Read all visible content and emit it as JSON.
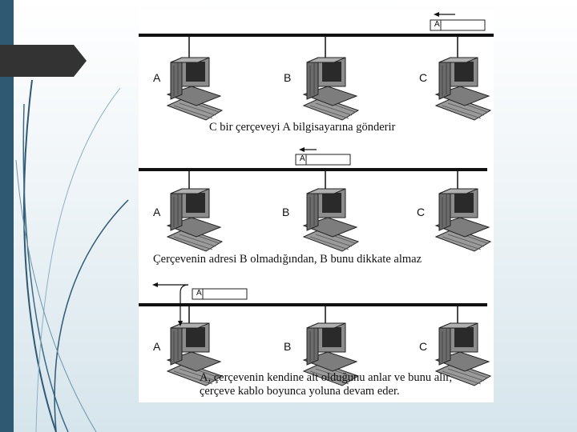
{
  "nodes": [
    "A",
    "B",
    "C"
  ],
  "frame_address": "A",
  "captions": {
    "step1": "C bir çerçeveyi A bilgisayarına gönderir",
    "step2": "Çerçevenin adresi B olmadığından, B bunu dikkate almaz",
    "step3_line1": "A, çerçevenin kendine ait olduğunu anlar ve bunu alır,",
    "step3_line2": "çerçeve kablo boyunca yoluna devam eder."
  },
  "colors": {
    "sidebar": "#2f5872",
    "tab": "#333333",
    "bus": "#111111"
  }
}
